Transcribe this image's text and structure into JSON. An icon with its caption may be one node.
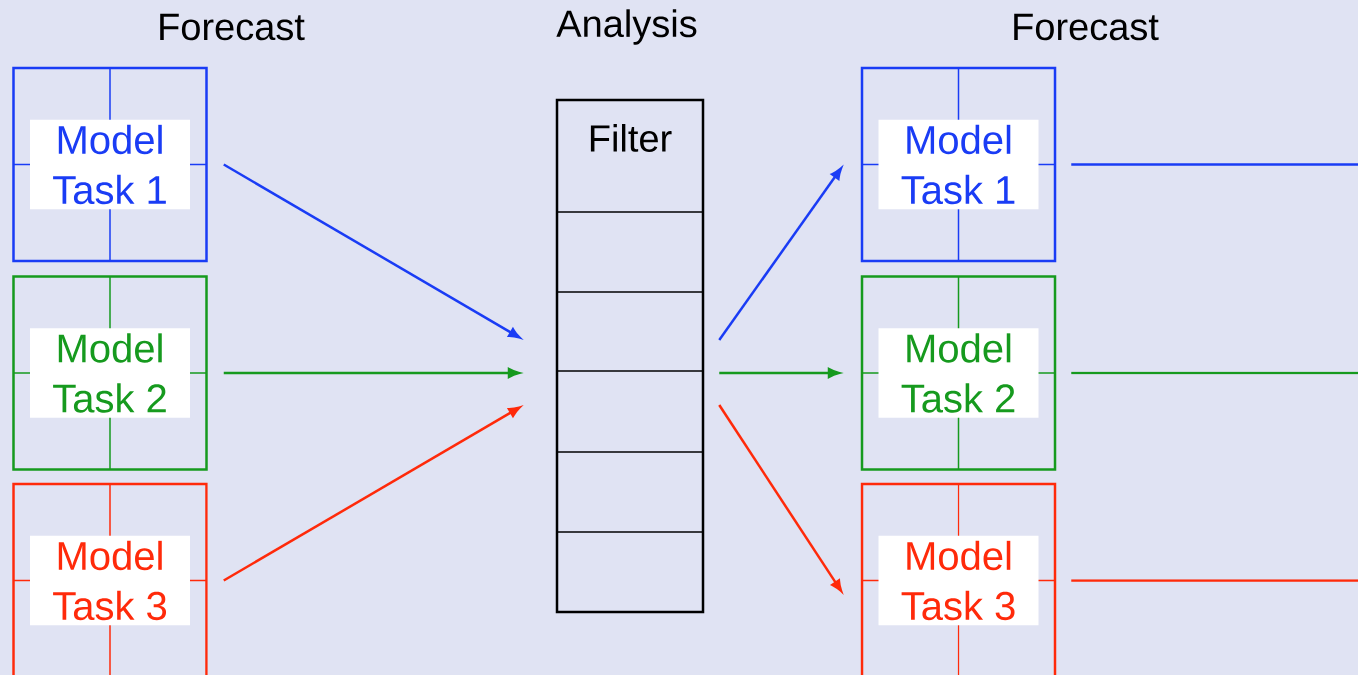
{
  "diagram": {
    "nodes": [
      {
        "text": [
          "Model Task 1"
        ]
      },
      {
        "text": [
          "Model Task 2"
        ]
      },
      {
        "text": [
          "Model Task 3"
        ]
      },
      {
        "text": [
          "Filter"
        ]
      },
      {
        "text": [
          "Model Task 1"
        ]
      },
      {
        "text": [
          "Model Task 2"
        ]
      },
      {
        "text": [
          "Model Task 3"
        ]
      }
    ],
    "edges": [
      {
        "from": 0,
        "to": 3,
        "arrow": "to",
        "color": "#1a3cf5"
      },
      {
        "from": 1,
        "to": 3,
        "arrow": "to",
        "color": "#169a1e"
      },
      {
        "from": 2,
        "to": 3,
        "arrow": "to",
        "color": "#ff2a0a"
      },
      {
        "from": 3,
        "to": 4,
        "arrow": "to",
        "color": "#1a3cf5"
      },
      {
        "from": 3,
        "to": 5,
        "arrow": "to",
        "color": "#169a1e"
      },
      {
        "from": 3,
        "to": 6,
        "arrow": "to",
        "color": "#ff2a0a"
      },
      {
        "from": 4,
        "to": null,
        "arrow": "none",
        "color": "#1a3cf5"
      },
      {
        "from": 5,
        "to": null,
        "arrow": "none",
        "color": "#169a1e"
      },
      {
        "from": 6,
        "to": null,
        "arrow": "none",
        "color": "#ff2a0a"
      }
    ],
    "labels": [
      "Forecast",
      "Analysis",
      "Forecast"
    ]
  }
}
